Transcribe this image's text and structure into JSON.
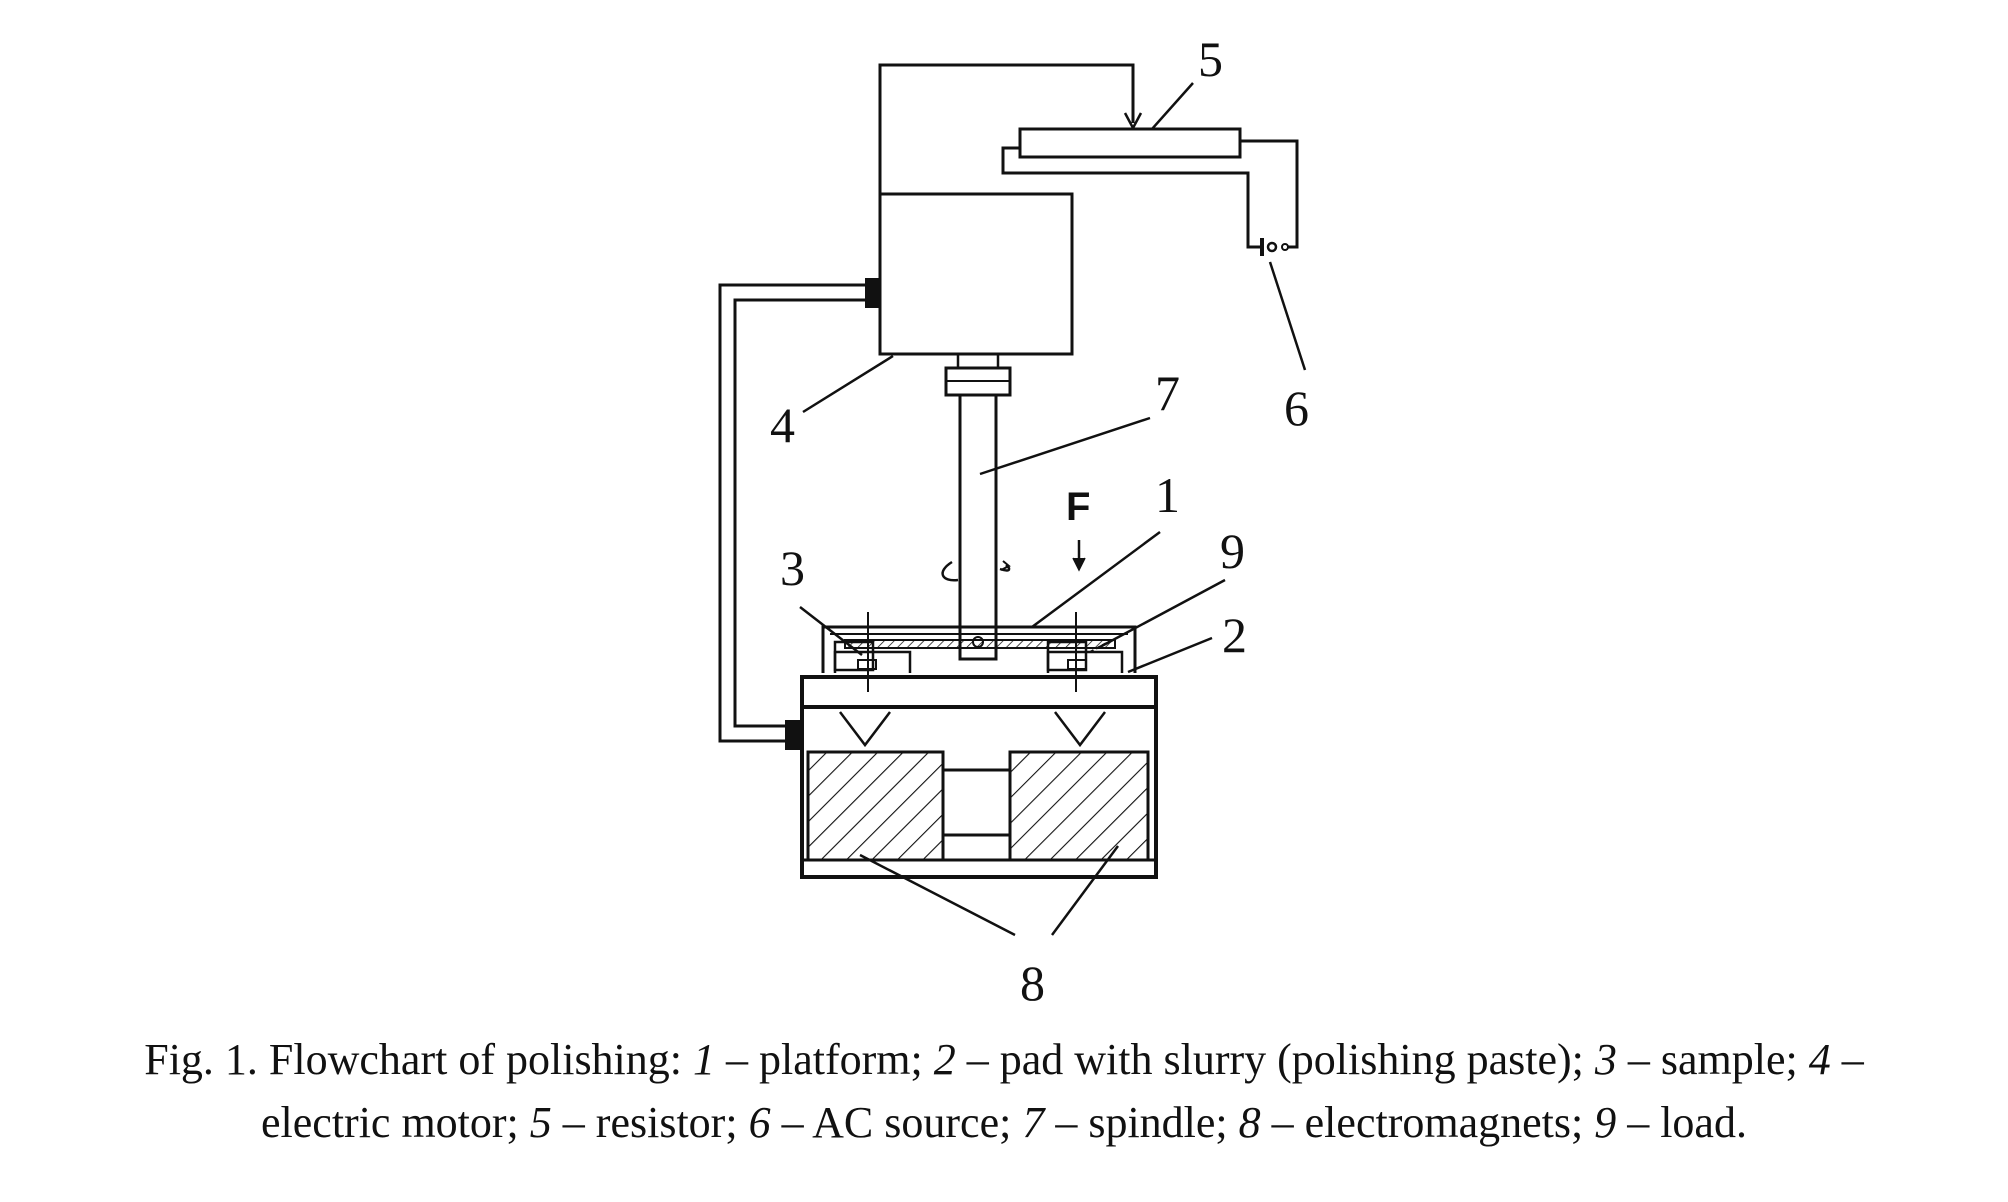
{
  "labels": {
    "platform": "1",
    "pad": "2",
    "sample": "3",
    "motor": "4",
    "resistor": "5",
    "ac_source": "6",
    "spindle": "7",
    "electromagnets": "8",
    "load": "9",
    "force": "F"
  },
  "caption": {
    "line1": [
      {
        "text": "Fig. 1. Flowchart of polishing: "
      },
      {
        "text": "1",
        "italic": true
      },
      {
        "text": " – platform; "
      },
      {
        "text": "2",
        "italic": true
      },
      {
        "text": " – pad with slurry (polishing paste); "
      },
      {
        "text": "3",
        "italic": true
      },
      {
        "text": " – sample; "
      },
      {
        "text": "4",
        "italic": true
      },
      {
        "text": " –"
      }
    ],
    "line2": [
      {
        "text": "electric motor; "
      },
      {
        "text": "5",
        "italic": true
      },
      {
        "text": " – resistor; "
      },
      {
        "text": "6",
        "italic": true
      },
      {
        "text": " – AC source; "
      },
      {
        "text": "7",
        "italic": true
      },
      {
        "text": " – spindle; "
      },
      {
        "text": "8",
        "italic": true
      },
      {
        "text": " – electromagnets; "
      },
      {
        "text": "9",
        "italic": true
      },
      {
        "text": " – load."
      }
    ]
  },
  "colors": {
    "line": "#111111",
    "background": "#ffffff"
  }
}
